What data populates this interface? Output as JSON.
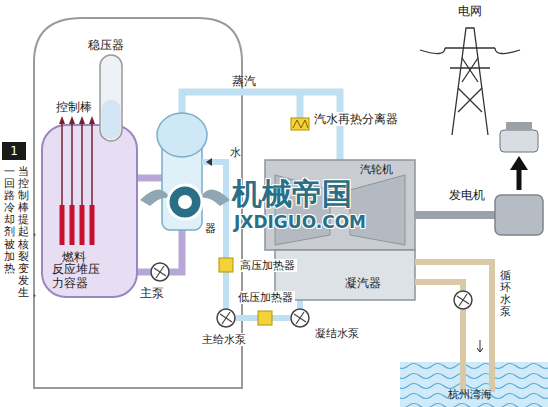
{
  "diagram": {
    "nodes": [
      {
        "text": [
          "1"
        ]
      }
    ],
    "labels": [
      "电网",
      "稳压器",
      "控制棒",
      "蒸汽",
      "汽水再热分离器",
      "水",
      "汽轮机",
      "当控制棒提起，核裂变发生，",
      "一回路冷却剂被加热",
      "器",
      "燃料",
      "反应堆压力容器",
      "主泵",
      "高压加热器",
      "发电机",
      "低压加热器",
      "凝汽器",
      "主给水泵",
      "凝结水泵",
      "循环水泵",
      "杭州湾海",
      "机械帝国",
      "JXDIGUO.COM"
    ]
  }
}
